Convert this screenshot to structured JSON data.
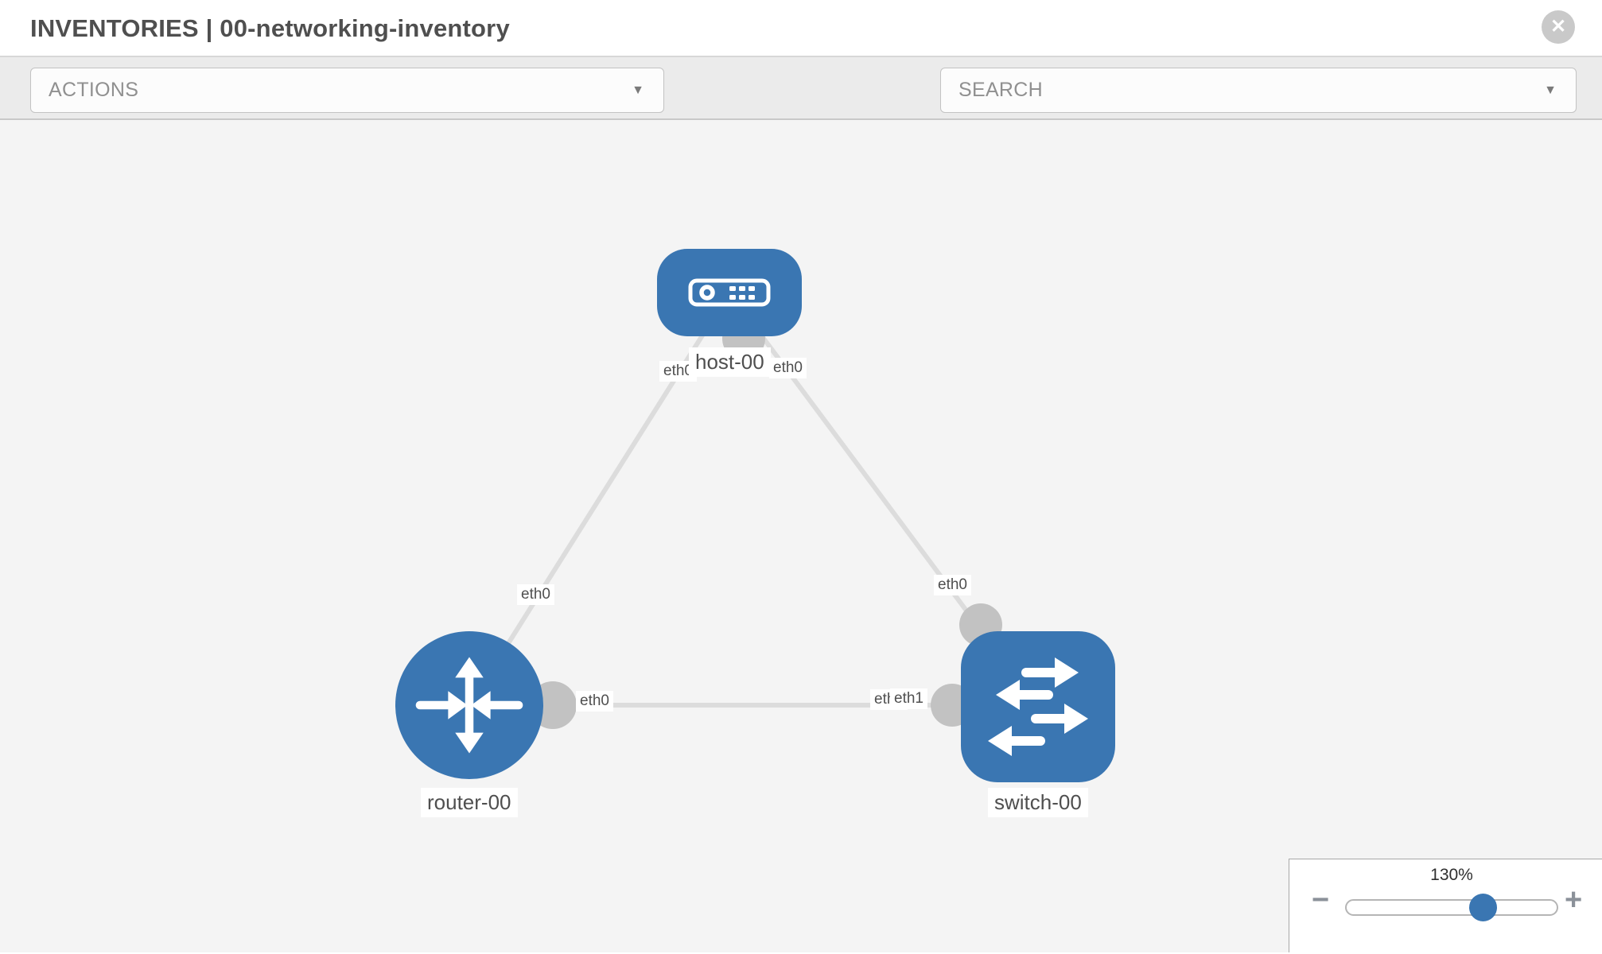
{
  "header": {
    "title": "INVENTORIES | 00-networking-inventory",
    "close_label": "✕"
  },
  "toolbar": {
    "actions_label": "ACTIONS",
    "search_label": "SEARCH",
    "caret": "▼",
    "icons": [
      "wrench-icon",
      "key-icon"
    ]
  },
  "colors": {
    "node_blue": "#3a76b2",
    "link_gray": "#dcdcdc",
    "dot_gray": "#c2c2c2",
    "canvas_bg": "#f4f4f4",
    "toolbar_bg": "#ebebeb",
    "label_text": "#4f4f4f"
  },
  "topology": {
    "nodes": [
      {
        "id": "host-00",
        "type": "host",
        "label": "host-00"
      },
      {
        "id": "router-00",
        "type": "router",
        "label": "router-00"
      },
      {
        "id": "switch-00",
        "type": "switch",
        "label": "switch-00"
      }
    ],
    "links": [
      {
        "from": "host-00",
        "to": "router-00",
        "from_iface": "eth0",
        "to_iface": "eth0"
      },
      {
        "from": "host-00",
        "to": "switch-00",
        "from_iface": "eth0",
        "to_iface": "eth0"
      },
      {
        "from": "router-00",
        "to": "switch-00",
        "from_iface": "eth0",
        "to_iface": "eth1",
        "to_iface_overlapped": "eth0"
      }
    ]
  },
  "zoom_control": {
    "percent_label": "130%",
    "minus_label": "−",
    "plus_label": "+",
    "value": 130
  }
}
